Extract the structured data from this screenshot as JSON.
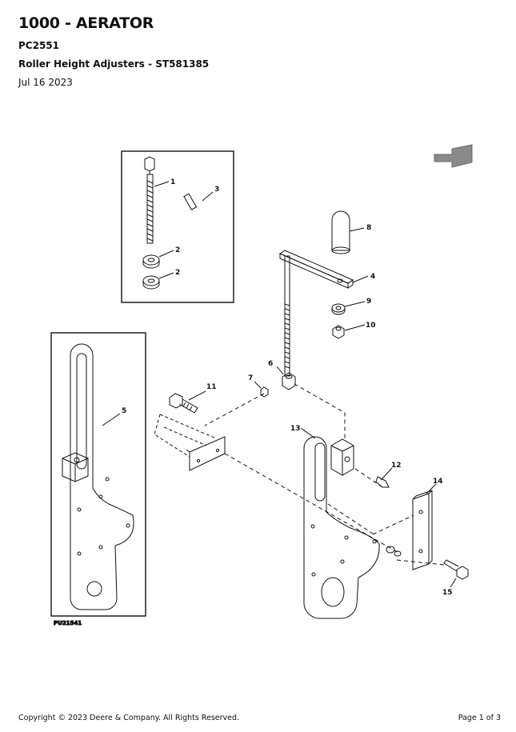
{
  "header": {
    "title": "1000 - AERATOR",
    "code": "PC2551",
    "subtitle": "Roller Height Adjusters - ST581385",
    "date": "Jul 16 2023"
  },
  "diagram": {
    "figure_id": "PU21541",
    "callouts": [
      "1",
      "2",
      "2",
      "3",
      "4",
      "5",
      "6",
      "7",
      "8",
      "9",
      "10",
      "11",
      "12",
      "13",
      "14",
      "15"
    ]
  },
  "footer": {
    "copyright": "Copyright © 2023 Deere & Company. All Rights Reserved.",
    "page": "Page 1 of 3"
  }
}
